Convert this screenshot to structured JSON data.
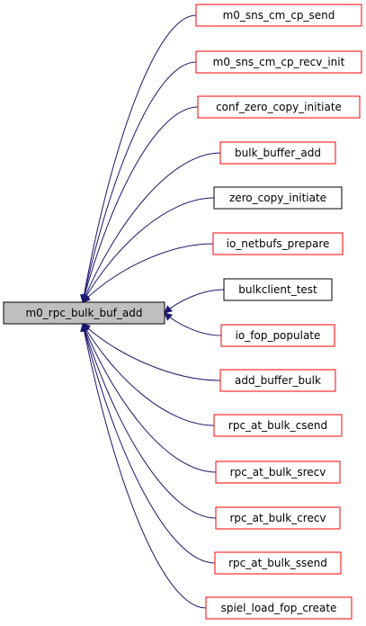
{
  "diagram": {
    "type": "call-graph",
    "root": {
      "label": "m0_rpc_bulk_buf_add",
      "fill": "#bfbfbf",
      "border": "#000000"
    },
    "callers": [
      {
        "label": "m0_sns_cm_cp_send",
        "border": "#ff0000"
      },
      {
        "label": "m0_sns_cm_cp_recv_init",
        "border": "#ff0000"
      },
      {
        "label": "conf_zero_copy_initiate",
        "border": "#ff0000"
      },
      {
        "label": "bulk_buffer_add",
        "border": "#ff0000"
      },
      {
        "label": "zero_copy_initiate",
        "border": "#000000"
      },
      {
        "label": "io_netbufs_prepare",
        "border": "#ff0000"
      },
      {
        "label": "bulkclient_test",
        "border": "#000000"
      },
      {
        "label": "io_fop_populate",
        "border": "#ff0000"
      },
      {
        "label": "add_buffer_bulk",
        "border": "#ff0000"
      },
      {
        "label": "rpc_at_bulk_csend",
        "border": "#ff0000"
      },
      {
        "label": "rpc_at_bulk_srecv",
        "border": "#ff0000"
      },
      {
        "label": "rpc_at_bulk_crecv",
        "border": "#ff0000"
      },
      {
        "label": "rpc_at_bulk_ssend",
        "border": "#ff0000"
      },
      {
        "label": "spiel_load_fop_create",
        "border": "#ff0000"
      }
    ],
    "edge_color": "#191970"
  }
}
